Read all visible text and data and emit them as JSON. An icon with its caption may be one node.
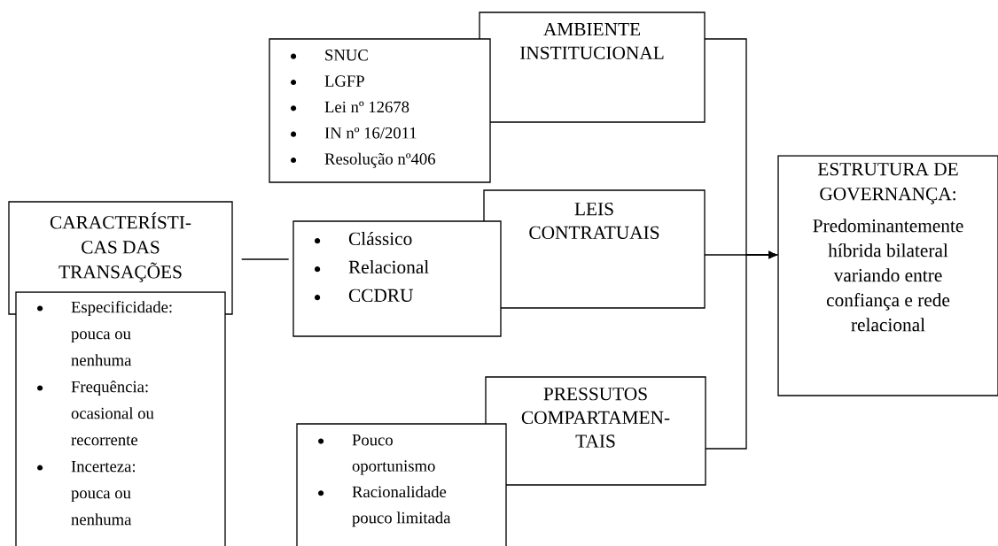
{
  "diagram": {
    "nodes": [
      {
        "text": [
          "AMBIENTE INSTITUCIONAL"
        ]
      },
      {
        "text": [
          "SNUC",
          "LGFP",
          "Lei nº 12678",
          "IN nº 16/2011",
          "Resolução nº406"
        ]
      },
      {
        "text": [
          "CARACTERÍSTI- CAS DAS TRANSAÇÕES"
        ]
      },
      {
        "text": [
          "Especificidade: pouca ou nenhuma",
          "Frequência: ocasional ou recorrente",
          "Incerteza: pouca ou nenhuma"
        ]
      },
      {
        "text": [
          "LEIS CONTRATUAIS"
        ]
      },
      {
        "text": [
          "Clássico",
          "Relacional",
          "CCDRU"
        ]
      },
      {
        "text": [
          "PRESSUTOS COMPARTAMEN- TAIS"
        ]
      },
      {
        "text": [
          "Pouco oportunismo",
          "Racionalidade pouco limitada"
        ]
      },
      {
        "text": [
          "ESTRUTURA DE GOVERNANÇA:",
          "Predominantemente híbrida bilateral variando entre confiança e rede relacional"
        ]
      }
    ],
    "edges": [
      {
        "from": 2,
        "to": 5,
        "arrow": "none"
      },
      {
        "from": 0,
        "to": 8,
        "arrow": "to"
      },
      {
        "from": 4,
        "to": 8,
        "arrow": "to"
      },
      {
        "from": 6,
        "to": 8,
        "arrow": "to"
      }
    ]
  }
}
